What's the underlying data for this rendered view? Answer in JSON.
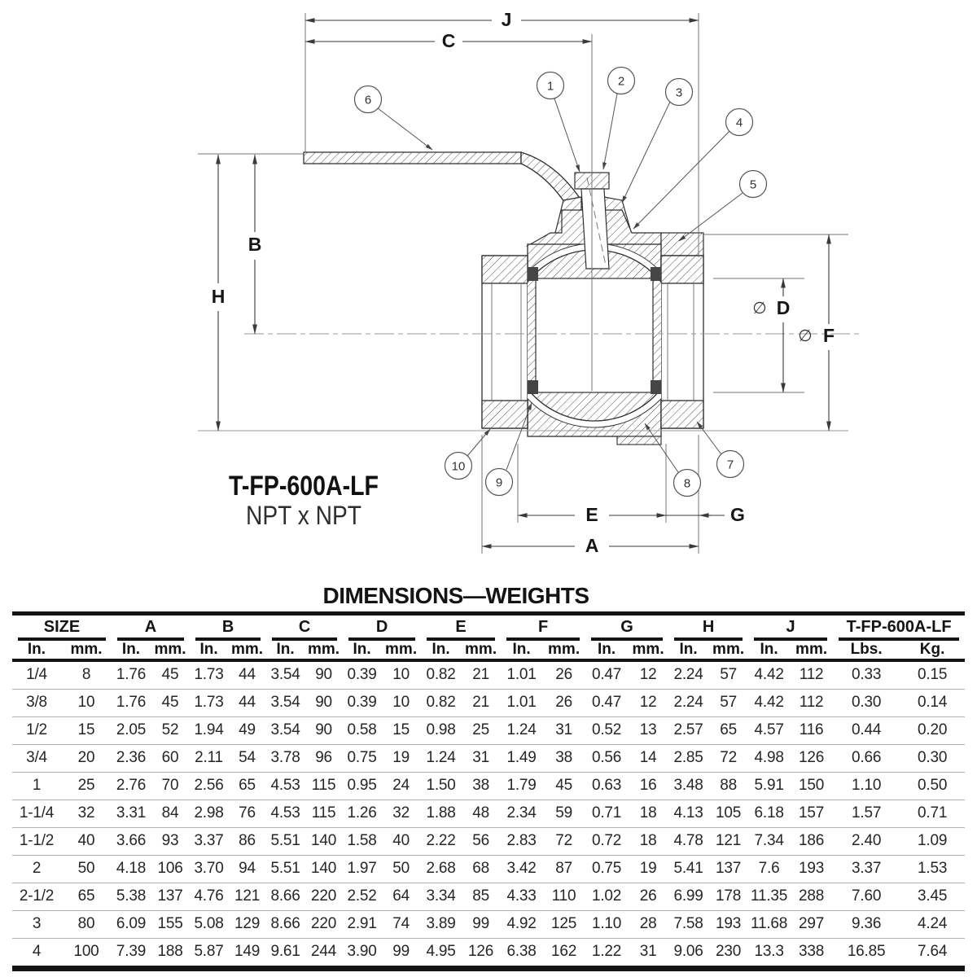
{
  "drawing": {
    "product_code": "T-FP-600A-LF",
    "connection": "NPT x NPT",
    "diameter_symbol": "∅",
    "dim_labels": {
      "A": "A",
      "B": "B",
      "C": "C",
      "D": "D",
      "E": "E",
      "F": "F",
      "G": "G",
      "H": "H",
      "J": "J"
    },
    "callouts": [
      "1",
      "2",
      "3",
      "4",
      "5",
      "6",
      "7",
      "8",
      "9",
      "10"
    ]
  },
  "table": {
    "title": "DIMENSIONS—WEIGHTS",
    "groups": [
      {
        "label": "SIZE",
        "sub": [
          "In.",
          "mm."
        ]
      },
      {
        "label": "A",
        "sub": [
          "In.",
          "mm."
        ]
      },
      {
        "label": "B",
        "sub": [
          "In.",
          "mm."
        ]
      },
      {
        "label": "C",
        "sub": [
          "In.",
          "mm."
        ]
      },
      {
        "label": "D",
        "sub": [
          "In.",
          "mm."
        ]
      },
      {
        "label": "E",
        "sub": [
          "In.",
          "mm."
        ]
      },
      {
        "label": "F",
        "sub": [
          "In.",
          "mm."
        ]
      },
      {
        "label": "G",
        "sub": [
          "In.",
          "mm."
        ]
      },
      {
        "label": "H",
        "sub": [
          "In.",
          "mm."
        ]
      },
      {
        "label": "J",
        "sub": [
          "In.",
          "mm."
        ]
      },
      {
        "label": "T-FP-600A-LF",
        "sub": [
          "Lbs.",
          "Kg."
        ]
      }
    ],
    "rows": [
      [
        "1/4",
        "8",
        "1.76",
        "45",
        "1.73",
        "44",
        "3.54",
        "90",
        "0.39",
        "10",
        "0.82",
        "21",
        "1.01",
        "26",
        "0.47",
        "12",
        "2.24",
        "57",
        "4.42",
        "112",
        "0.33",
        "0.15"
      ],
      [
        "3/8",
        "10",
        "1.76",
        "45",
        "1.73",
        "44",
        "3.54",
        "90",
        "0.39",
        "10",
        "0.82",
        "21",
        "1.01",
        "26",
        "0.47",
        "12",
        "2.24",
        "57",
        "4.42",
        "112",
        "0.30",
        "0.14"
      ],
      [
        "1/2",
        "15",
        "2.05",
        "52",
        "1.94",
        "49",
        "3.54",
        "90",
        "0.58",
        "15",
        "0.98",
        "25",
        "1.24",
        "31",
        "0.52",
        "13",
        "2.57",
        "65",
        "4.57",
        "116",
        "0.44",
        "0.20"
      ],
      [
        "3/4",
        "20",
        "2.36",
        "60",
        "2.11",
        "54",
        "3.78",
        "96",
        "0.75",
        "19",
        "1.24",
        "31",
        "1.49",
        "38",
        "0.56",
        "14",
        "2.85",
        "72",
        "4.98",
        "126",
        "0.66",
        "0.30"
      ],
      [
        "1",
        "25",
        "2.76",
        "70",
        "2.56",
        "65",
        "4.53",
        "115",
        "0.95",
        "24",
        "1.50",
        "38",
        "1.79",
        "45",
        "0.63",
        "16",
        "3.48",
        "88",
        "5.91",
        "150",
        "1.10",
        "0.50"
      ],
      [
        "1-1/4",
        "32",
        "3.31",
        "84",
        "2.98",
        "76",
        "4.53",
        "115",
        "1.26",
        "32",
        "1.88",
        "48",
        "2.34",
        "59",
        "0.71",
        "18",
        "4.13",
        "105",
        "6.18",
        "157",
        "1.57",
        "0.71"
      ],
      [
        "1-1/2",
        "40",
        "3.66",
        "93",
        "3.37",
        "86",
        "5.51",
        "140",
        "1.58",
        "40",
        "2.22",
        "56",
        "2.83",
        "72",
        "0.72",
        "18",
        "4.78",
        "121",
        "7.34",
        "186",
        "2.40",
        "1.09"
      ],
      [
        "2",
        "50",
        "4.18",
        "106",
        "3.70",
        "94",
        "5.51",
        "140",
        "1.97",
        "50",
        "2.68",
        "68",
        "3.42",
        "87",
        "0.75",
        "19",
        "5.41",
        "137",
        "7.6",
        "193",
        "3.37",
        "1.53"
      ],
      [
        "2-1/2",
        "65",
        "5.38",
        "137",
        "4.76",
        "121",
        "8.66",
        "220",
        "2.52",
        "64",
        "3.34",
        "85",
        "4.33",
        "110",
        "1.02",
        "26",
        "6.99",
        "178",
        "11.35",
        "288",
        "7.60",
        "3.45"
      ],
      [
        "3",
        "80",
        "6.09",
        "155",
        "5.08",
        "129",
        "8.66",
        "220",
        "2.91",
        "74",
        "3.89",
        "99",
        "4.92",
        "125",
        "1.10",
        "28",
        "7.58",
        "193",
        "11.68",
        "297",
        "9.36",
        "4.24"
      ],
      [
        "4",
        "100",
        "7.39",
        "188",
        "5.87",
        "149",
        "9.61",
        "244",
        "3.90",
        "99",
        "4.95",
        "126",
        "6.38",
        "162",
        "1.22",
        "31",
        "9.06",
        "230",
        "13.3",
        "338",
        "16.85",
        "7.64"
      ]
    ]
  }
}
